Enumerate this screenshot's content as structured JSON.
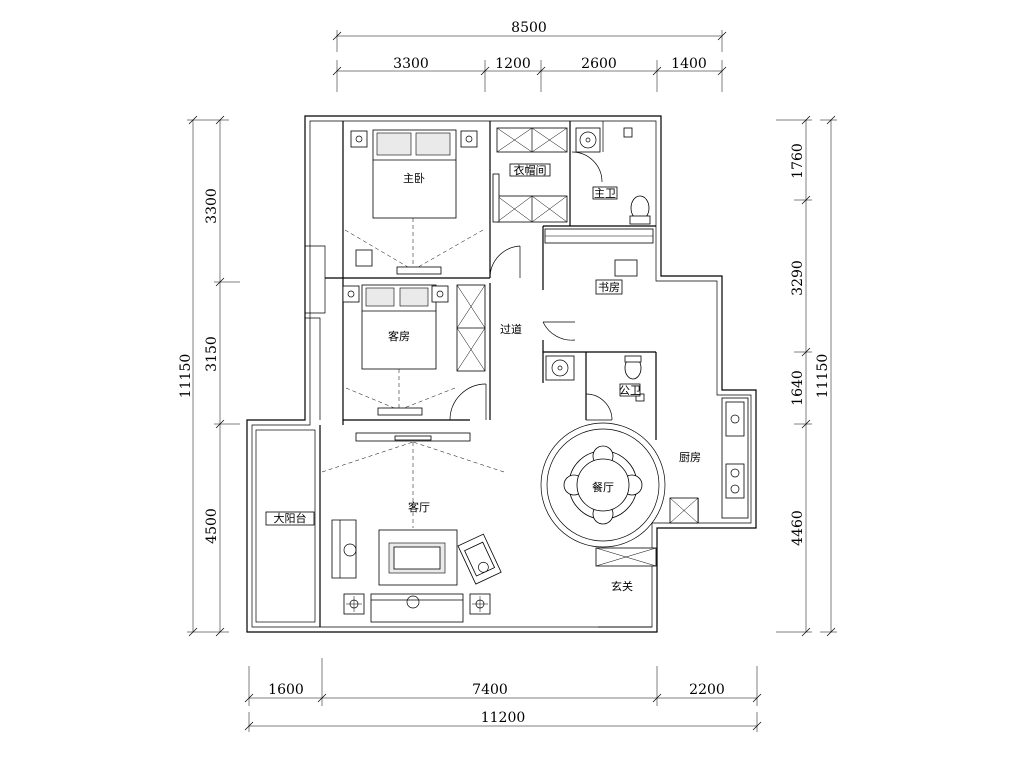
{
  "dimensions": {
    "top_total": "8500",
    "top_segments": [
      "3300",
      "1200",
      "2600",
      "1400"
    ],
    "bottom_total": "11200",
    "bottom_segments": [
      "1600",
      "7400",
      "2200"
    ],
    "left_total": "11150",
    "left_segments": [
      "3300",
      "3150",
      "4500"
    ],
    "right_total": "11150",
    "right_segments": [
      "1760",
      "3290",
      "1640",
      "4460"
    ]
  },
  "rooms": {
    "master_bedroom": "主卧",
    "walk_in_closet": "衣帽间",
    "master_bath": "主卫",
    "study": "书房",
    "guest_bedroom": "客房",
    "corridor": "过道",
    "guest_bath": "公卫",
    "living_room": "客厅",
    "balcony": "大阳台",
    "dining_room": "餐厅",
    "kitchen": "厨房",
    "entrance": "玄关"
  }
}
